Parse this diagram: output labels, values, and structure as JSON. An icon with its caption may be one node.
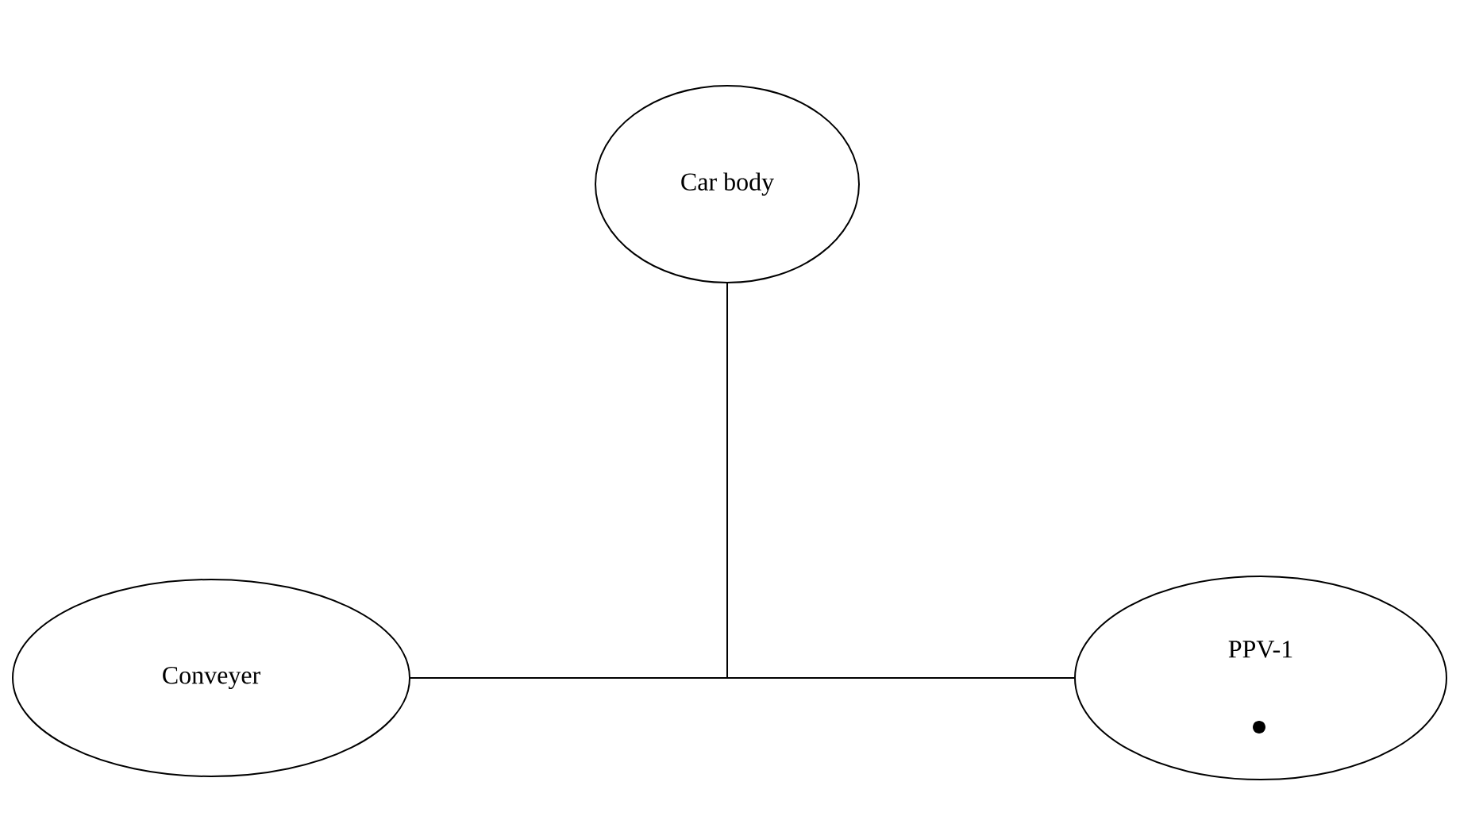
{
  "diagram": {
    "nodes": [
      {
        "text": [
          "Car body"
        ]
      },
      {
        "text": [
          "Conveyer"
        ]
      },
      {
        "text": [
          "PPV-1"
        ]
      }
    ],
    "edges": [
      {
        "from": 0,
        "to": 1,
        "arrow": "none"
      },
      {
        "from": 0,
        "to": 2,
        "arrow": "none"
      }
    ]
  }
}
